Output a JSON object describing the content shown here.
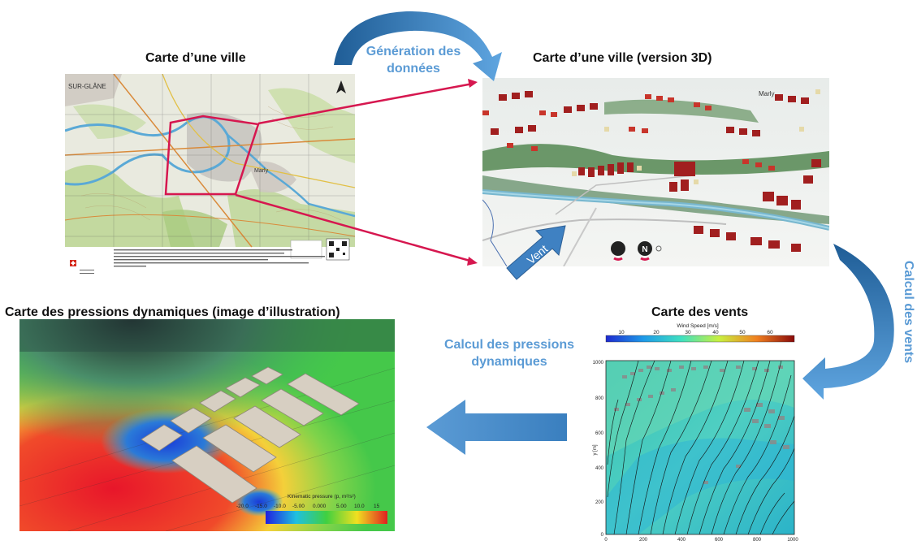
{
  "titles": {
    "map_2d": "Carte d’une ville",
    "map_3d": "Carte d’une ville (version 3D)",
    "pressure": "Carte des pressions dynamiques (image d’illustration)",
    "wind_map": "Carte des vents"
  },
  "steps": {
    "generation_line1": "Génération des",
    "generation_line2": "données",
    "wind_calc": "Calcul des vents",
    "pressure_calc_line1": "Calcul des pressions",
    "pressure_calc_line2": "dynamiques"
  },
  "map3d": {
    "town_label": "Marly",
    "wind_arrow_label": "Vent",
    "compass_letter": "N"
  },
  "map2d": {
    "town_label_left": "SUR-GLÂNE",
    "town_label_right": "Marly"
  },
  "wind_chart": {
    "colorbar_title": "Wind Speed [m/s]",
    "colorbar_ticks": [
      "10",
      "20",
      "30",
      "40",
      "50",
      "60"
    ],
    "y_axis_label": "y [m]",
    "y_ticks": [
      "0",
      "200",
      "400",
      "600",
      "800",
      "1000"
    ],
    "x_ticks": [
      "0",
      "200",
      "400",
      "600",
      "800",
      "1000"
    ]
  },
  "pressure_chart": {
    "colorbar_title": "Kinematic pressure (p, m²/s²)",
    "colorbar_ticks": [
      "-20.0",
      "-15.0",
      "-10.0",
      "-5.00",
      "0.000",
      "5.00",
      "10.0",
      "15"
    ]
  },
  "colors": {
    "step_text": "#5b9bd5",
    "arrow_blue": "#4f8fc7",
    "link_red": "#d6174f"
  }
}
